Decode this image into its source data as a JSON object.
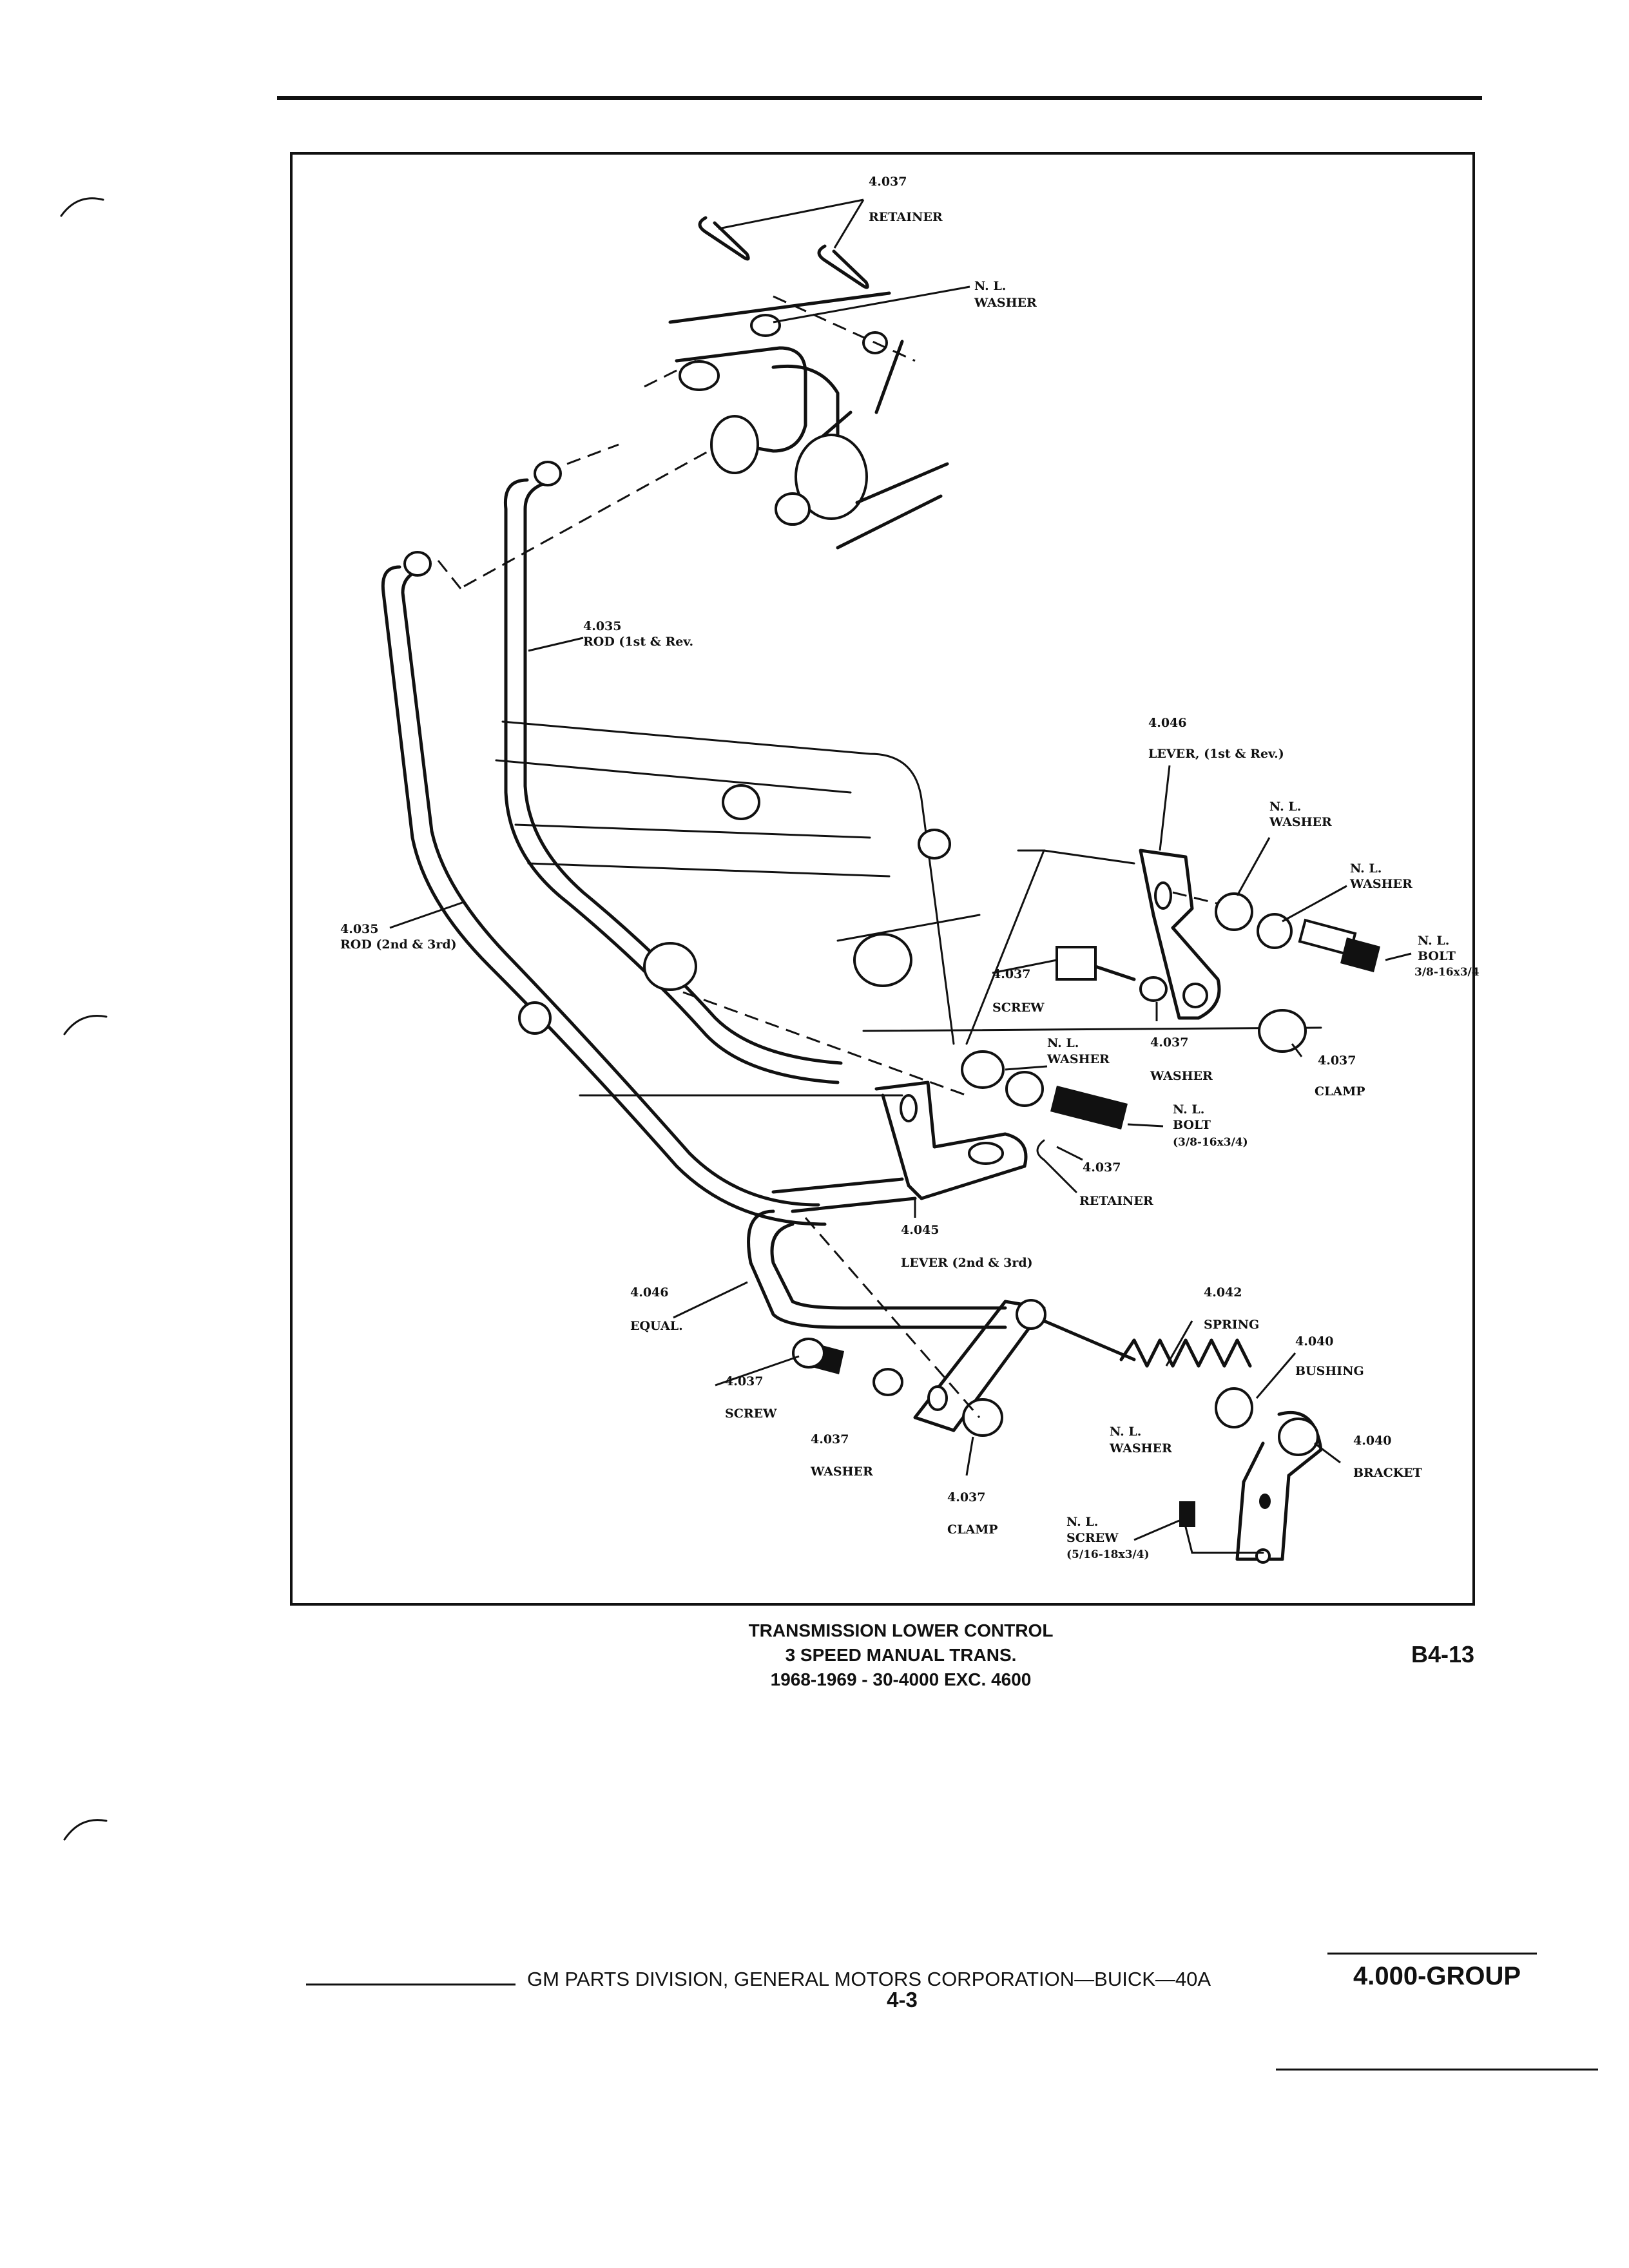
{
  "diagram": {
    "labels": [
      {
        "id": "retainer-top-num",
        "text": "4.037"
      },
      {
        "id": "retainer-top",
        "text": "RETAINER"
      },
      {
        "id": "washer-top-nl",
        "text": "N. L."
      },
      {
        "id": "washer-top",
        "text": "WASHER"
      },
      {
        "id": "rod-1st-num",
        "text": "4.035"
      },
      {
        "id": "rod-1st",
        "text": "ROD (1st & Rev."
      },
      {
        "id": "lever-1st-num",
        "text": "4.046"
      },
      {
        "id": "lever-1st",
        "text": "LEVER, (1st & Rev.)"
      },
      {
        "id": "washer-a-nl",
        "text": "N. L."
      },
      {
        "id": "washer-a",
        "text": "WASHER"
      },
      {
        "id": "washer-b-nl",
        "text": "N. L."
      },
      {
        "id": "washer-b",
        "text": "WASHER"
      },
      {
        "id": "bolt-a-nl",
        "text": "N. L."
      },
      {
        "id": "bolt-a",
        "text": "BOLT"
      },
      {
        "id": "bolt-a-size",
        "text": "3/8-16x3/4"
      },
      {
        "id": "rod-2nd-num",
        "text": "4.035"
      },
      {
        "id": "rod-2nd",
        "text": "ROD (2nd & 3rd)"
      },
      {
        "id": "screw-a-num",
        "text": "4.037"
      },
      {
        "id": "screw-a",
        "text": "SCREW"
      },
      {
        "id": "washer-c-num",
        "text": "4.037"
      },
      {
        "id": "washer-c",
        "text": "WASHER"
      },
      {
        "id": "clamp-a-num",
        "text": "4.037"
      },
      {
        "id": "clamp-a",
        "text": "CLAMP"
      },
      {
        "id": "washer-d-nl",
        "text": "N. L."
      },
      {
        "id": "washer-d",
        "text": "WASHER"
      },
      {
        "id": "bolt-b-nl",
        "text": "N. L."
      },
      {
        "id": "bolt-b",
        "text": "BOLT"
      },
      {
        "id": "bolt-b-size",
        "text": "(3/8-16x3/4)"
      },
      {
        "id": "retainer-b-num",
        "text": "4.037"
      },
      {
        "id": "retainer-b",
        "text": "RETAINER"
      },
      {
        "id": "lever-2nd-num",
        "text": "4.045"
      },
      {
        "id": "lever-2nd",
        "text": "LEVER (2nd & 3rd)"
      },
      {
        "id": "equal-num",
        "text": "4.046"
      },
      {
        "id": "equal",
        "text": "EQUAL."
      },
      {
        "id": "spring-num",
        "text": "4.042"
      },
      {
        "id": "spring",
        "text": "SPRING"
      },
      {
        "id": "bushing-num",
        "text": "4.040"
      },
      {
        "id": "bushing",
        "text": "BUSHING"
      },
      {
        "id": "screw-b-num",
        "text": "4.037"
      },
      {
        "id": "screw-b",
        "text": "SCREW"
      },
      {
        "id": "washer-e-num",
        "text": "4.037"
      },
      {
        "id": "washer-e",
        "text": "WASHER"
      },
      {
        "id": "clamp-b-num",
        "text": "4.037"
      },
      {
        "id": "clamp-b",
        "text": "CLAMP"
      },
      {
        "id": "washer-f-nl",
        "text": "N. L."
      },
      {
        "id": "washer-f",
        "text": "WASHER"
      },
      {
        "id": "bracket-num",
        "text": "4.040"
      },
      {
        "id": "bracket",
        "text": "BRACKET"
      },
      {
        "id": "screw-c-nl",
        "text": "N. L."
      },
      {
        "id": "screw-c",
        "text": "SCREW"
      },
      {
        "id": "screw-c-size",
        "text": "(5/16-18x3/4)"
      }
    ]
  },
  "caption": {
    "line1": "TRANSMISSION LOWER CONTROL",
    "line2": "3 SPEED MANUAL TRANS.",
    "line3": "1968-1969 - 30-4000 EXC. 4600"
  },
  "figure_id": "B4-13",
  "footer": {
    "publisher": "GM PARTS DIVISION, GENERAL MOTORS CORPORATION—BUICK—40A",
    "page": "4-3",
    "group": "4.000-GROUP"
  }
}
